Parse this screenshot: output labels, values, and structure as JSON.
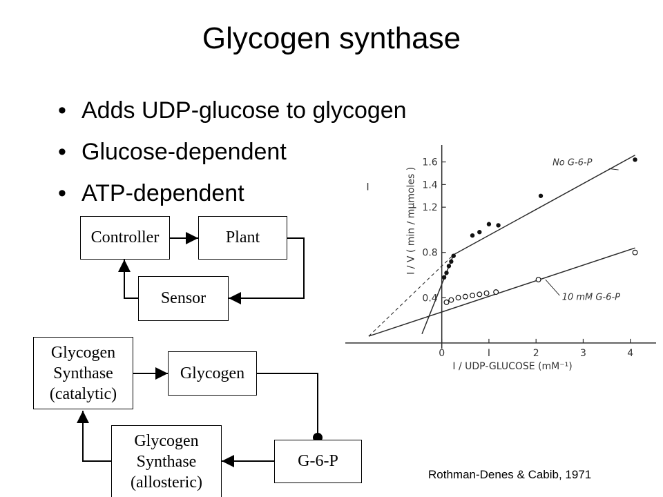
{
  "slide": {
    "title": "Glycogen synthase",
    "bullets": [
      "Adds UDP-glucose to glycogen",
      "Glucose-dependent",
      "ATP-dependent"
    ],
    "bullet_glyph": "•",
    "credit": "Rothman-Denes & Cabib, 1971"
  },
  "control_diagram": {
    "controller": "Controller",
    "plant": "Plant",
    "sensor": "Sensor"
  },
  "glycogen_diagram": {
    "catalytic": [
      "Glycogen",
      "Synthase",
      "(catalytic)"
    ],
    "glycogen": "Glycogen",
    "allosteric": [
      "Glycogen",
      "Synthase",
      "(allosteric)"
    ],
    "g6p": "G-6-P"
  },
  "chart_data": {
    "type": "scatter",
    "panel_label": "I",
    "xlabel": "I / UDP-GLUCOSE  (mM⁻¹)",
    "ylabel": "I / V  ( min / mμmoles )",
    "xlim": [
      -1.9,
      4.4
    ],
    "ylim": [
      -0.08,
      1.75
    ],
    "x_ticks": [
      {
        "v": 0,
        "t": "0"
      },
      {
        "v": 1,
        "t": "I"
      },
      {
        "v": 2,
        "t": "2"
      },
      {
        "v": 3,
        "t": "3"
      },
      {
        "v": 4,
        "t": "4"
      }
    ],
    "y_ticks": [
      {
        "v": 0.4,
        "t": "0.4"
      },
      {
        "v": 0.8,
        "t": "0.8"
      },
      {
        "v": 1.2,
        "t": "1.2"
      },
      {
        "v": 1.4,
        "t": "1.4"
      },
      {
        "v": 1.6,
        "t": "1.6"
      }
    ],
    "series": [
      {
        "name": "No G-6-P",
        "marker": "filled",
        "x": [
          0.05,
          0.1,
          0.15,
          0.2,
          0.25,
          0.65,
          0.8,
          1.0,
          1.2,
          2.1,
          4.1
        ],
        "y": [
          0.58,
          0.62,
          0.68,
          0.72,
          0.77,
          0.95,
          0.98,
          1.05,
          1.04,
          1.3,
          1.62
        ],
        "fit": [
          [
            0.25,
            0.78
          ],
          [
            4.1,
            1.66
          ]
        ],
        "fit_back": [
          [
            -0.42,
            0.08
          ],
          [
            0.25,
            0.78
          ]
        ]
      },
      {
        "name": "10 mM G-6-P",
        "marker": "open",
        "x": [
          0.1,
          0.2,
          0.35,
          0.5,
          0.65,
          0.8,
          0.95,
          1.15,
          2.05,
          4.1
        ],
        "y": [
          0.36,
          0.38,
          0.4,
          0.41,
          0.42,
          0.43,
          0.44,
          0.45,
          0.56,
          0.8
        ],
        "fit": [
          [
            -1.55,
            0.06
          ],
          [
            4.1,
            0.84
          ]
        ]
      }
    ],
    "dashed_extrapolation": [
      [
        -1.55,
        0.06
      ],
      [
        0.25,
        0.78
      ]
    ]
  }
}
